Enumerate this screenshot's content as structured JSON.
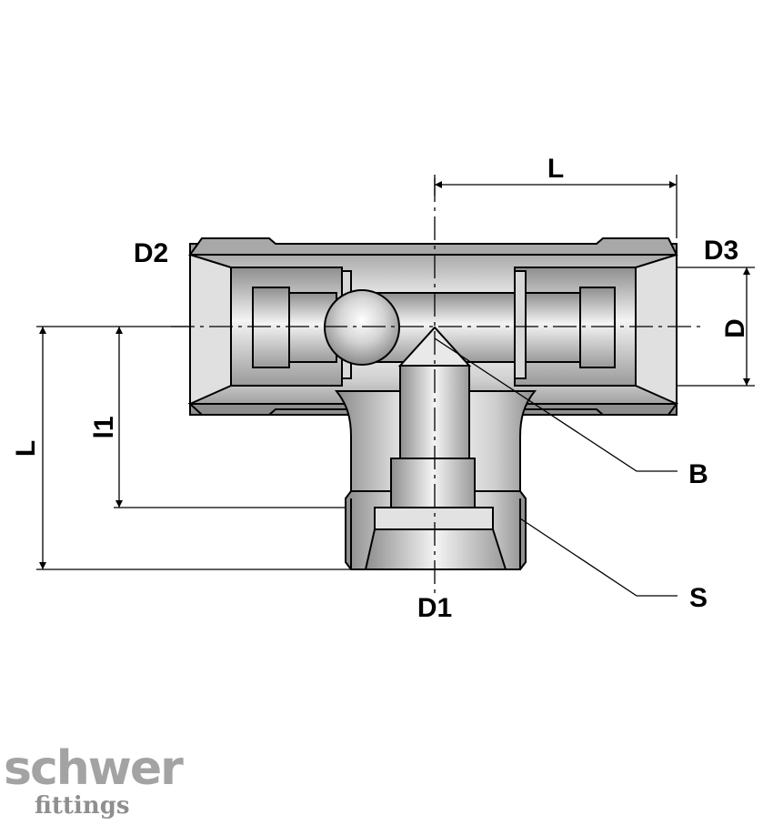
{
  "labels": {
    "length_top": "L",
    "length_left": "L",
    "l1": "l1",
    "d1": "D1",
    "d2": "D2",
    "d3": "D3",
    "d": "D",
    "b": "B",
    "s": "S"
  },
  "logo": {
    "brand": "schwer",
    "sub": "fittings"
  },
  "colors": {
    "body_light": "#f2f2f2",
    "body_mid": "#cfcfcf",
    "body_dark": "#8e8e8e",
    "line": "#000000",
    "logo_gray": "#a3a3a3"
  }
}
